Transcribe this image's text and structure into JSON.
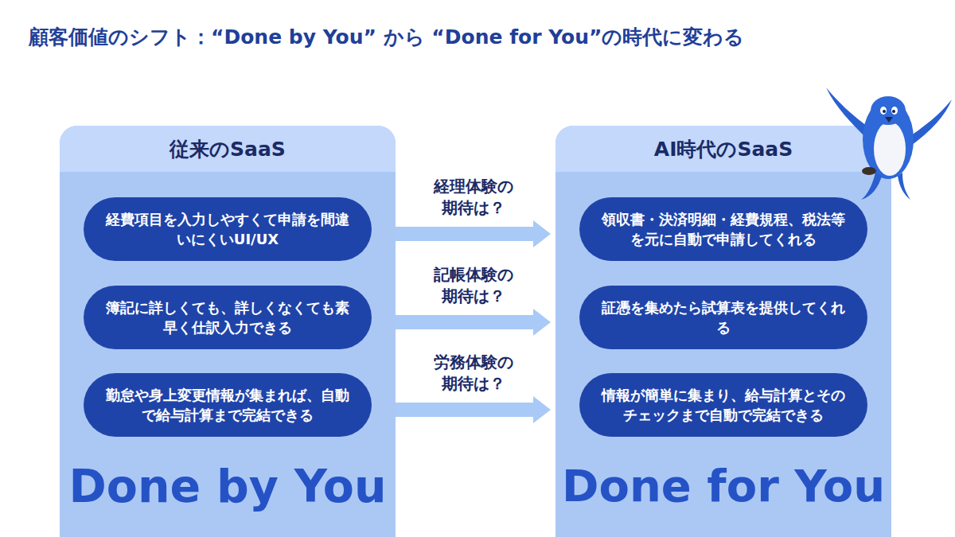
{
  "diagram": {
    "title": "顧客価値のシフト：“Done by You” から “Done for You”の時代に変わる",
    "nodes": [
      {
        "text": [
          "従来のSaaS",
          "Done by You"
        ]
      },
      {
        "text": [
          "経費項目を入力しやすくて申請を間違いにくいUI/UX"
        ],
        "in": 0
      },
      {
        "text": [
          "簿記に詳しくても、詳しくなくても素早く仕訳入力できる"
        ],
        "in": 0
      },
      {
        "text": [
          "勤怠や身上変更情報が集まれば、自動で給与計算まで完結できる"
        ],
        "in": 0
      },
      {
        "text": [
          "AI時代のSaaS",
          "Done for You"
        ]
      },
      {
        "text": [
          "領収書・決済明細・経費規程、税法等を元に自動で申請してくれる"
        ],
        "in": 4
      },
      {
        "text": [
          "証憑を集めたら試算表を提供してくれる"
        ],
        "in": 4
      },
      {
        "text": [
          "情報が簡単に集まり、給与計算とそのチェックまで自動で完結できる"
        ],
        "in": 4
      }
    ],
    "edges": [
      {
        "from": 1,
        "to": 5,
        "label": "経理体験の期待は？",
        "arrow": "to"
      },
      {
        "from": 2,
        "to": 6,
        "label": "記帳体験の期待は？",
        "arrow": "to"
      },
      {
        "from": 3,
        "to": 7,
        "label": "労務体験の期待は？",
        "arrow": "to"
      }
    ]
  }
}
